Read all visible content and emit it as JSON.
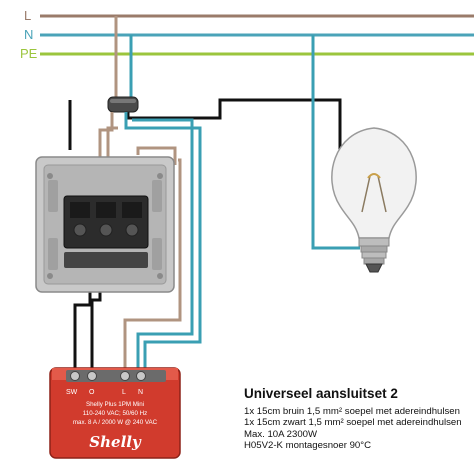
{
  "rails": [
    {
      "label": "L",
      "color": "#9a7b6a"
    },
    {
      "label": "N",
      "color": "#4aa3b8"
    },
    {
      "label": "PE",
      "color": "#9bc53d"
    }
  ],
  "wire_colors": {
    "brown": "#b09480",
    "blue": "#3a9fb3",
    "black": "#111111"
  },
  "module": {
    "terminals": [
      "SW",
      "O",
      "L",
      "N"
    ],
    "lines": [
      "Shelly Plus 1PM Mini",
      "110-240 VAC; 50/60 Hz",
      "max. 8 A / 2000 W @ 240 VAC"
    ],
    "logo": "Shelly",
    "color": "#d13b2d"
  },
  "caption": {
    "title": "Universeel aansluitset 2",
    "lines": [
      "1x 15cm bruin 1,5 mm² soepel met adereindhulsen",
      "1x 15cm zwart 1,5 mm² soepel met adereindhulsen",
      "Max. 10A 2300W",
      "H05V2-K montagesnoer 90°C"
    ]
  }
}
